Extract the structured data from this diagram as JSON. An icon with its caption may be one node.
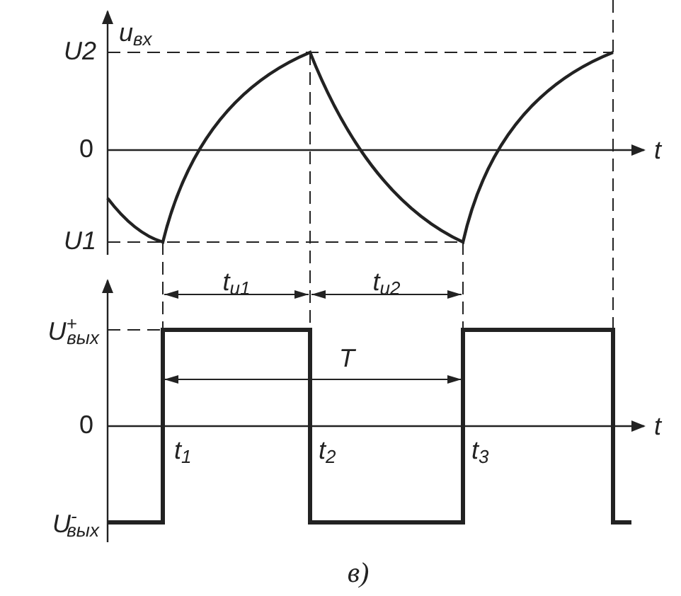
{
  "diagram": {
    "caption": "в)",
    "labels": [
      "u$_{вх}$",
      "U2",
      "0",
      "t",
      "U1",
      "t$_{и1}$",
      "t$_{и2}$",
      "U$^{+}$$_{вых}$",
      "T",
      "0",
      "t",
      "t$_{1}$",
      "t$_{2}$",
      "t$_{3}$",
      "U$^{-}$$_{вых}$"
    ]
  }
}
